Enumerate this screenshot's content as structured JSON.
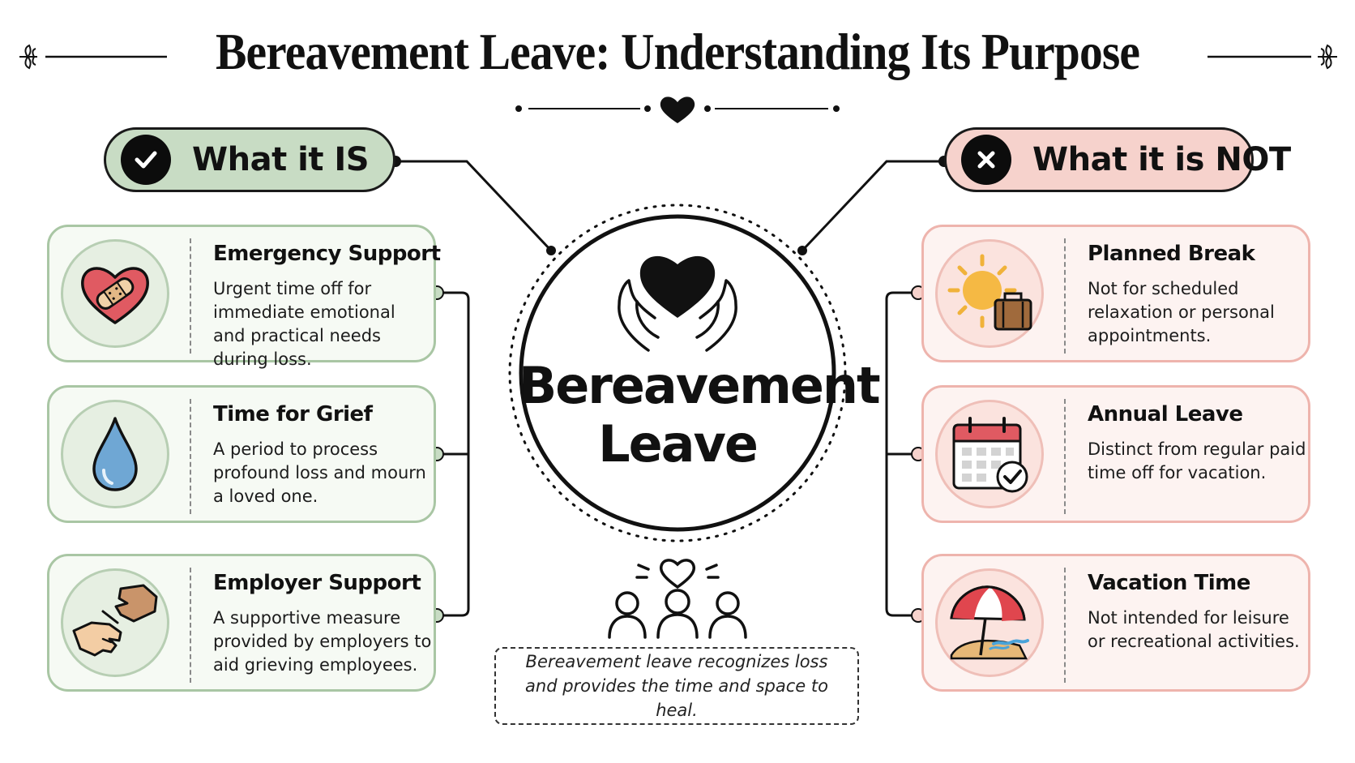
{
  "title": "Bereavement Leave: Understanding Its Purpose",
  "center": {
    "line1": "Bereavement",
    "line2": "Leave"
  },
  "is_column": {
    "heading": "What it IS",
    "accent_color": "#c8dcc4",
    "items": [
      {
        "title": "Emergency Support",
        "description": "Urgent time off for immediate emotional and practical needs during loss.",
        "icon": "bandaged-heart-icon"
      },
      {
        "title": "Time for Grief",
        "description": "A period to process profound loss and mourn a loved one.",
        "icon": "teardrop-icon"
      },
      {
        "title": "Employer Support",
        "description": "A supportive measure provided by employers to aid grieving employees.",
        "icon": "helping-hands-icon"
      }
    ]
  },
  "not_column": {
    "heading": "What it is NOT",
    "accent_color": "#f6d2cc",
    "items": [
      {
        "title": "Planned Break",
        "description": "Not for scheduled relaxation or personal appointments.",
        "icon": "sun-suitcase-icon"
      },
      {
        "title": "Annual Leave",
        "description": "Distinct from regular paid time off for vacation.",
        "icon": "calendar-check-icon"
      },
      {
        "title": "Vacation Time",
        "description": "Not intended for leisure or recreational activities.",
        "icon": "beach-umbrella-icon"
      }
    ]
  },
  "footer_quote": "Bereavement leave recognizes loss and provides the time and space to heal."
}
